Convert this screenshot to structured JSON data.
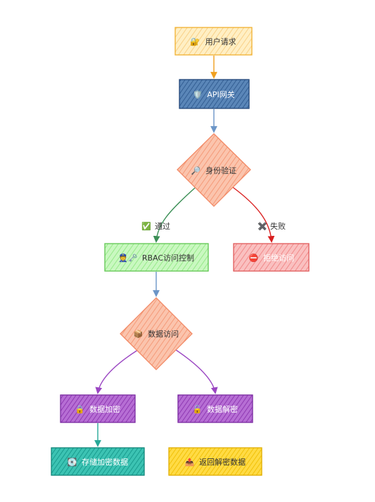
{
  "nodes": {
    "user_request": {
      "label": "用户请求",
      "icon": "🔐"
    },
    "api_gateway": {
      "label": "API网关",
      "icon": "🛡️"
    },
    "auth": {
      "label": "身份验证",
      "icon": "🔎"
    },
    "rbac": {
      "label": "RBAC访问控制",
      "icon": "👮🗝️"
    },
    "deny": {
      "label": "拒绝访问",
      "icon": "⛔"
    },
    "data_access": {
      "label": "数据访问",
      "icon": "📦"
    },
    "encrypt": {
      "label": "数据加密",
      "icon": "🔒"
    },
    "decrypt": {
      "label": "数据解密",
      "icon": "🔓"
    },
    "store": {
      "label": "存储加密数据",
      "icon": "💽"
    },
    "return": {
      "label": "返回解密数据",
      "icon": "📤"
    }
  },
  "edges": {
    "pass": {
      "label": "通过",
      "icon": "✅"
    },
    "fail": {
      "label": "失败",
      "icon": "✖️"
    }
  },
  "colors": {
    "user_request": "#ffe9b0",
    "api_gateway": "#4a78ad",
    "auth": "#f9b49a",
    "rbac": "#b5f5ab",
    "deny": "#f7a8a8",
    "data_access": "#f9b49a",
    "encrypt": "#a855c9",
    "decrypt": "#a855c9",
    "store": "#2ab5a5",
    "return": "#ffd21f"
  }
}
